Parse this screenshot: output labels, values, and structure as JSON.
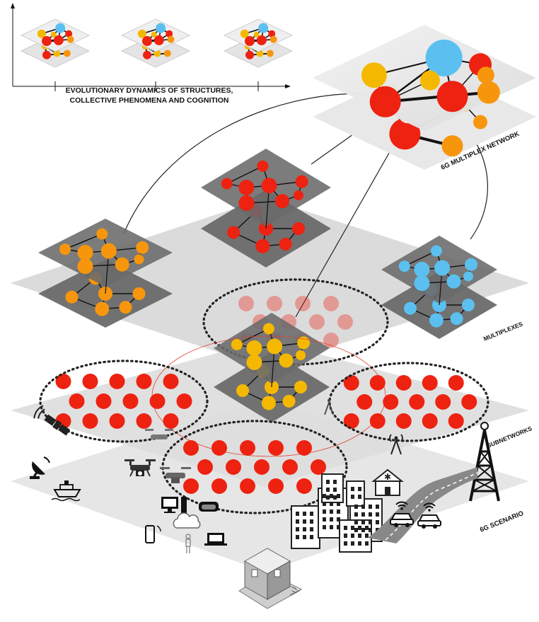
{
  "title": {
    "line1": "EVOLUTIONARY DYNAMICS OF STRUCTURES,",
    "line2": "COLLECTIVE PHENOMENA AND COGNITION"
  },
  "layers": {
    "multiplex_network": "6G  MULTIPLEX NETWORK",
    "multiplexes": "MULTIPLEXES",
    "subnetworks": "SUBNETWORKS",
    "scenario": "6G  SCENARIO"
  },
  "colors": {
    "red": "#ee2211",
    "orange": "#f7960d",
    "yellow": "#f5b800",
    "blue": "#5bc0f0",
    "pink": "#f4a0a0",
    "dark_layer": "#6a6a6a",
    "light_layer": "#d9d9d9",
    "line": "#111111"
  },
  "scenario_icons": [
    "satellite-icon",
    "satellite-dish-icon",
    "ship-icon",
    "drone-icon",
    "desktop-computer-icon",
    "vr-headset-icon",
    "cloud-icon",
    "smartphone-icon",
    "person-icon",
    "laptop-icon",
    "buildings-icon",
    "house-icon",
    "road-icon",
    "car-icon",
    "wifi-icon",
    "cell-tower-icon",
    "antenna-icon",
    "smart-home-icon"
  ]
}
